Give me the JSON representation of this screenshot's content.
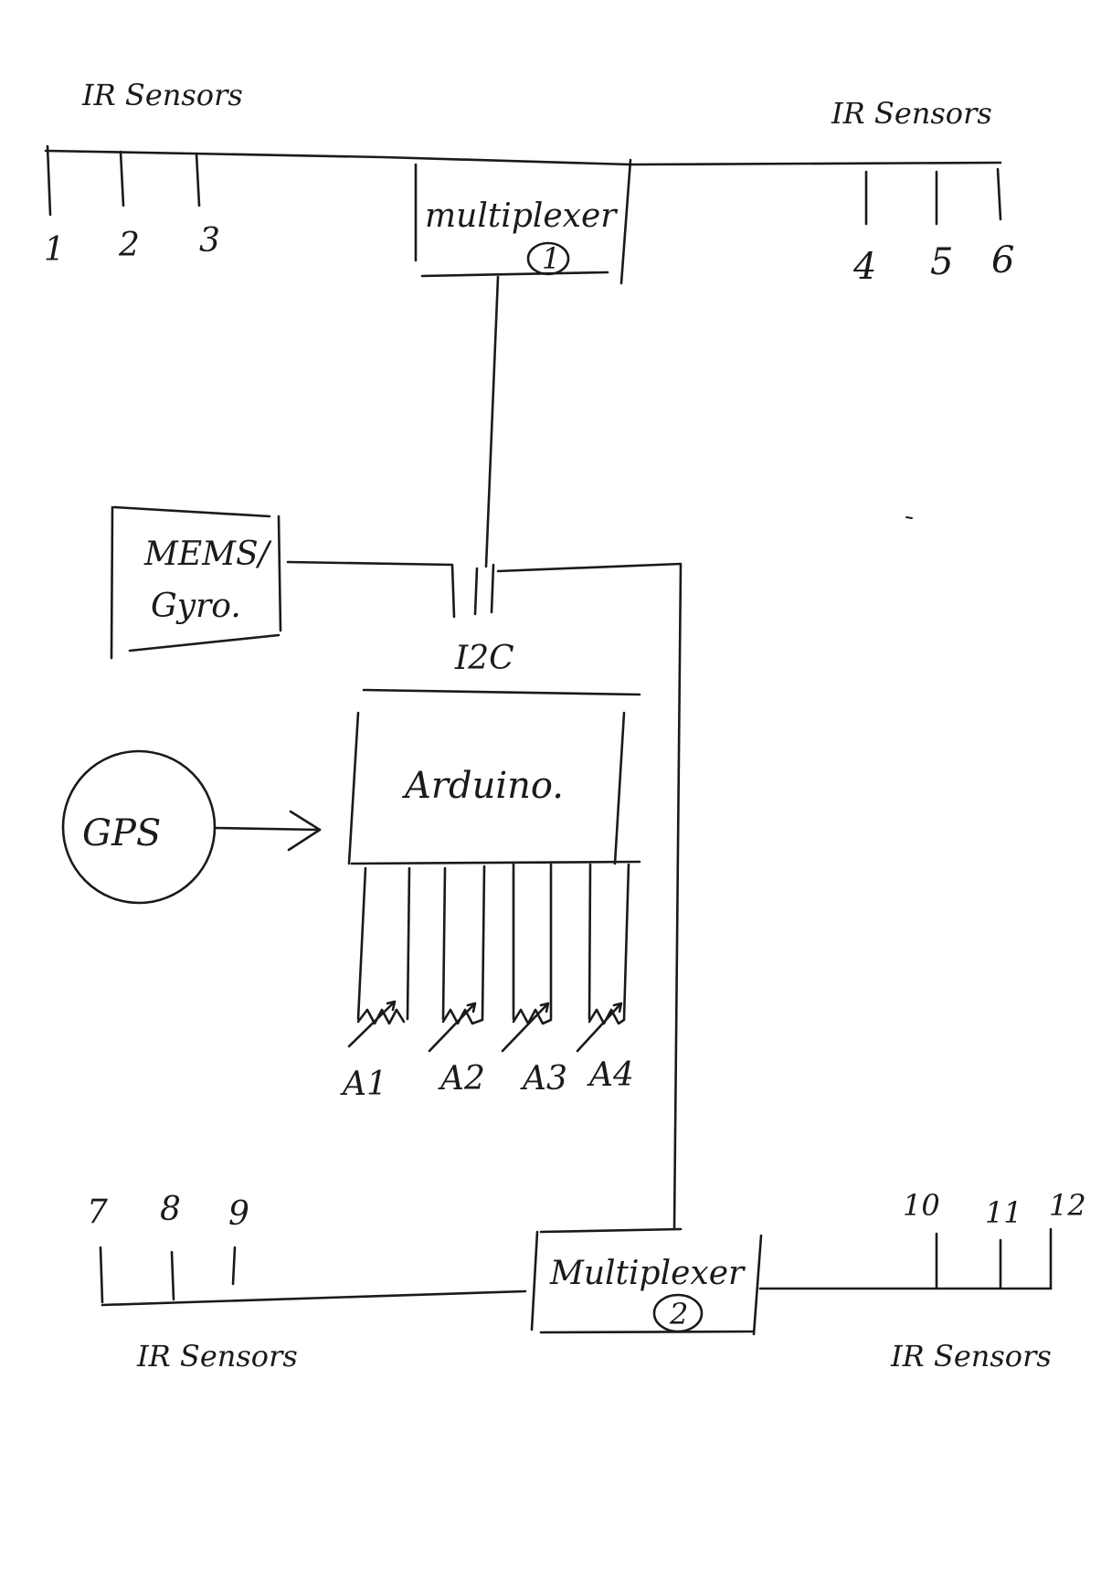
{
  "labels": {
    "ir_top_left": "IR Sensors",
    "ir_top_right": "IR Sensors",
    "ir_bottom_left": "IR Sensors",
    "ir_bottom_right": "IR Sensors",
    "mux1": "multiplexer",
    "mux1_num": "1",
    "mux2": "Multiplexer",
    "mux2_num": "2",
    "mems_line1": "MEMS/",
    "mems_line2": "Gyro.",
    "i2c": "I2C",
    "arduino": "Arduino.",
    "gps": "GPS"
  },
  "sensor_numbers": {
    "top_left": [
      "1",
      "2",
      "3"
    ],
    "top_right": [
      "4",
      "5",
      "6"
    ],
    "bottom_left": [
      "7",
      "8",
      "9"
    ],
    "bottom_right": [
      "10",
      "11",
      "12"
    ]
  },
  "analog_inputs": [
    "A1",
    "A2",
    "A3",
    "A4"
  ]
}
